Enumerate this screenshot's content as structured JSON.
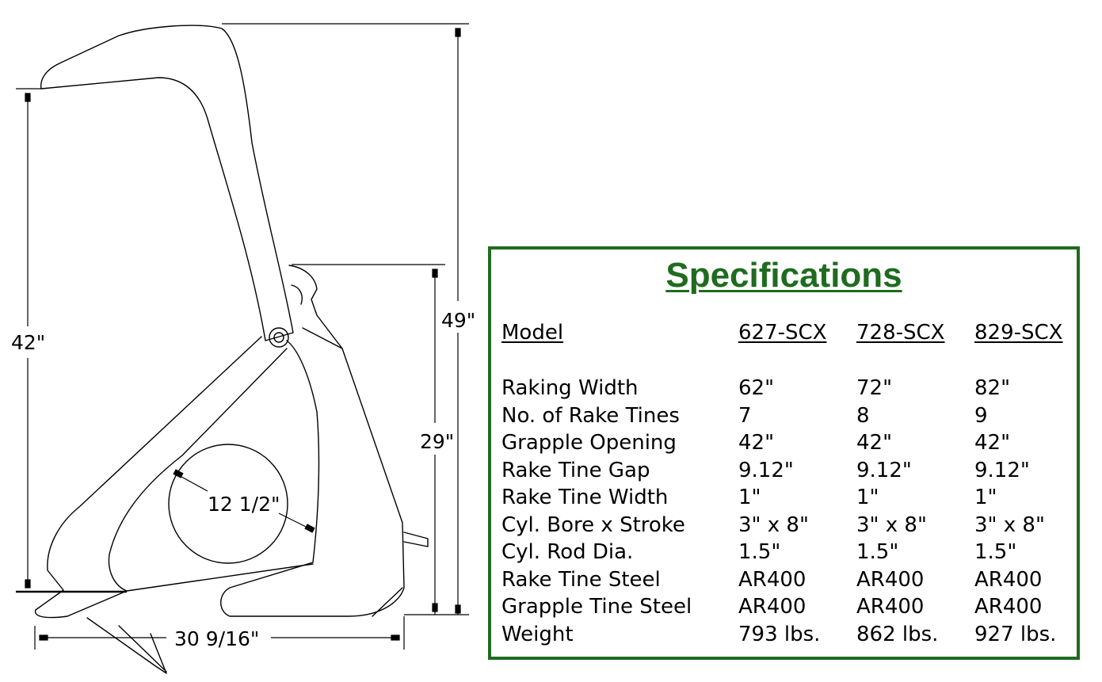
{
  "drawing": {
    "dimensions": {
      "height_left": "42\"",
      "height_total": "49\"",
      "height_inner": "29\"",
      "opening_diameter": "12 1/2\"",
      "depth": "30 9/16\""
    }
  },
  "specifications": {
    "title": "Specifications",
    "headers": [
      "Model",
      "627-SCX",
      "728-SCX",
      "829-SCX"
    ],
    "rows": [
      {
        "label": "Raking Width",
        "values": [
          "62\"",
          "72\"",
          "82\""
        ]
      },
      {
        "label": "No. of Rake Tines",
        "values": [
          "7",
          "8",
          "9"
        ]
      },
      {
        "label": "Grapple Opening",
        "values": [
          "42\"",
          "42\"",
          "42\""
        ]
      },
      {
        "label": "Rake Tine Gap",
        "values": [
          "9.12\"",
          "9.12\"",
          "9.12\""
        ]
      },
      {
        "label": "Rake Tine Width",
        "values": [
          "1\"",
          "1\"",
          "1\""
        ]
      },
      {
        "label": "Cyl. Bore x Stroke",
        "values": [
          "3\" x 8\"",
          "3\" x  8\"",
          "3\" x 8\""
        ]
      },
      {
        "label": "Cyl. Rod Dia.",
        "values": [
          "1.5\"",
          "1.5\"",
          "1.5\""
        ]
      },
      {
        "label": "Rake Tine Steel",
        "values": [
          "AR400",
          "AR400",
          "AR400"
        ]
      },
      {
        "label": "Grapple Tine Steel",
        "values": [
          "AR400",
          "AR400",
          "AR400"
        ]
      },
      {
        "label": "Weight",
        "values": [
          "793 lbs.",
          "862 lbs.",
          "927 lbs."
        ]
      }
    ]
  },
  "colors": {
    "frame_green": "#1f6b1f",
    "line": "#000000"
  }
}
